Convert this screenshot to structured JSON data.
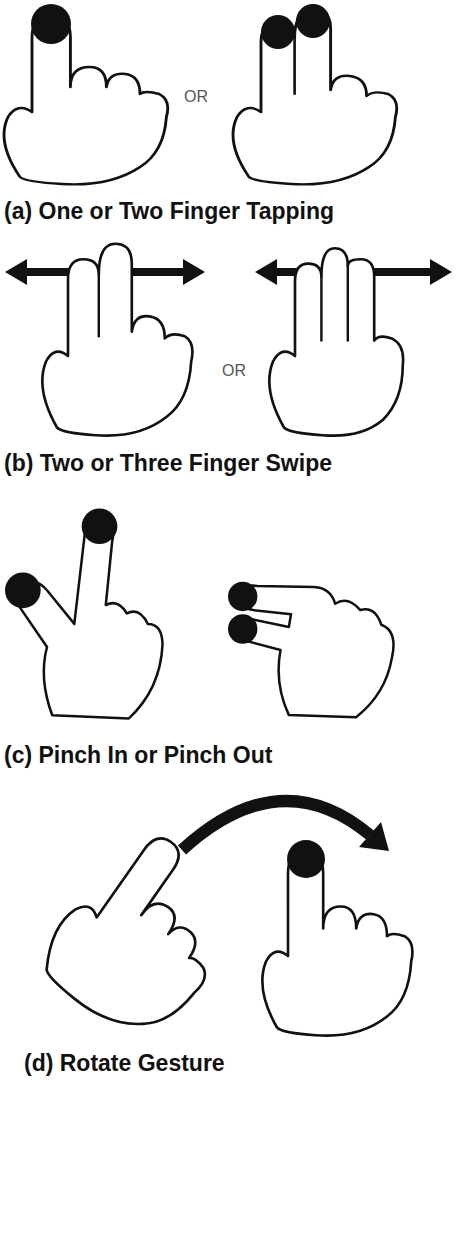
{
  "diagram": {
    "labels": [
      "OR",
      "(a) One or Two Finger Tapping",
      "OR",
      "(b) Two or Three Finger Swipe",
      "(c) Pinch In or Pinch Out",
      "(d) Rotate Gesture"
    ]
  }
}
